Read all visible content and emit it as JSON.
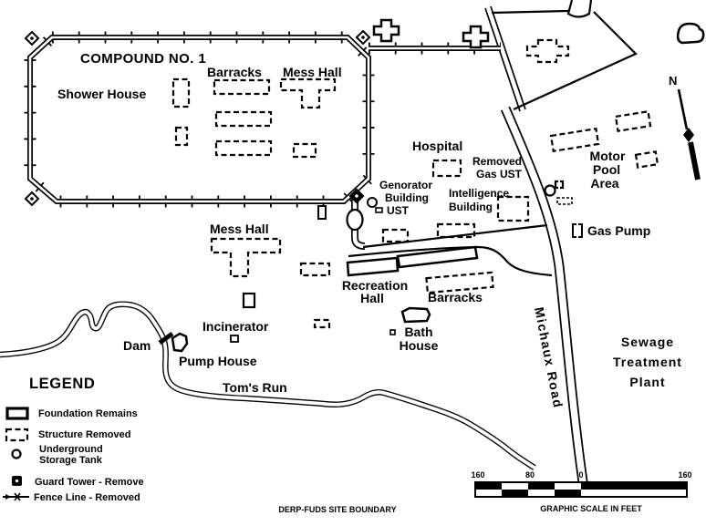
{
  "map": {
    "compound_title": "COMPOUND NO. 1",
    "labels": {
      "shower_house": "Shower House",
      "barracks_top": "Barracks",
      "mess_hall_top": "Mess Hall",
      "hospital": "Hospital",
      "removed_gas_ust": [
        "Removed",
        "Gas UST"
      ],
      "generator": [
        "Genorator",
        "Building",
        "UST"
      ],
      "intelligence": [
        "Intelligence",
        "Building"
      ],
      "motor_pool": [
        "Motor",
        "Pool",
        "Area"
      ],
      "gas_pump": "Gas Pump",
      "mess_hall_south": "Mess Hall",
      "recreation_hall": [
        "Recreation",
        "Hall"
      ],
      "barracks_south": "Barracks",
      "incinerator": "Incinerator",
      "bath_house": [
        "Bath",
        "House"
      ],
      "dam": "Dam",
      "pump_house": "Pump House",
      "toms_run": "Tom's Run",
      "michaux_road": "Michaux Road",
      "sewage": [
        "Sewage",
        "Treatment",
        "Plant"
      ],
      "north": "N"
    },
    "legend": {
      "title": "LEGEND",
      "items": [
        {
          "symbol": "foundation-remains",
          "label": "Foundation Remains"
        },
        {
          "symbol": "structure-removed",
          "label": "Structure Removed"
        },
        {
          "symbol": "underground-storage-tank",
          "label": [
            "Underground",
            "Storage Tank"
          ]
        },
        {
          "symbol": "guard-tower-remove",
          "label": "Guard Tower - Remove"
        },
        {
          "symbol": "fence-line-removed",
          "label": "Fence Line - Removed"
        }
      ]
    },
    "scale_bar": {
      "ticks": [
        "160",
        "80",
        "0",
        "160"
      ],
      "caption": "GRAPHIC SCALE IN FEET"
    },
    "footer": "DERP-FUDS SITE BOUNDARY",
    "colors": {
      "ink": "#000000",
      "paper": "#ffffff"
    }
  }
}
